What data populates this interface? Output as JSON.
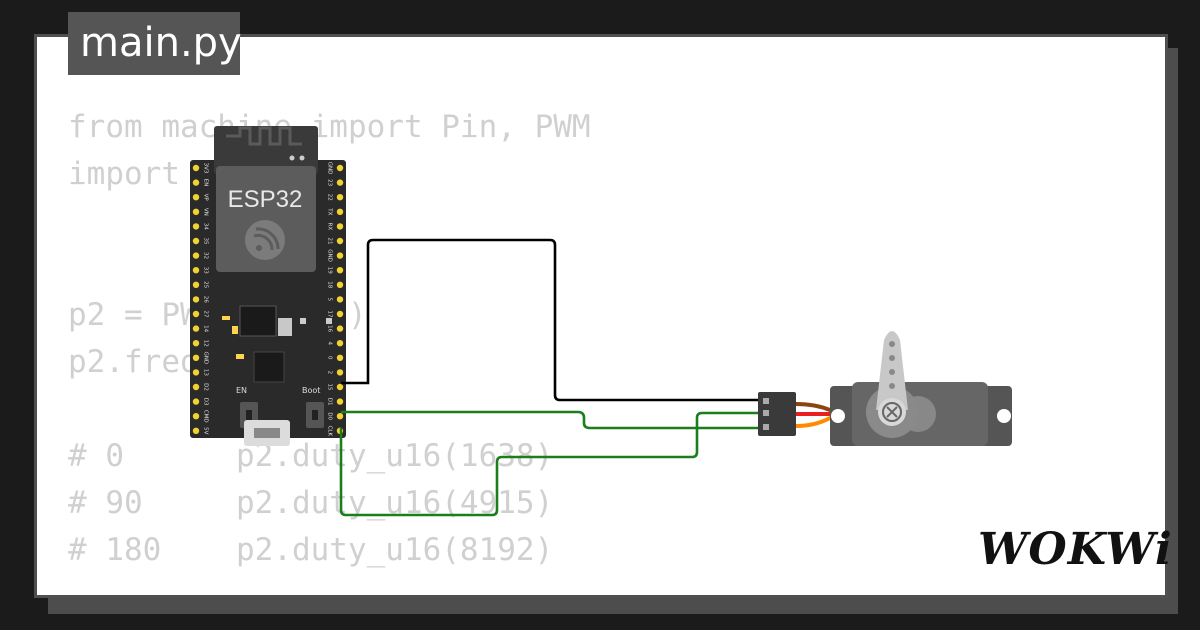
{
  "editor": {
    "filename": "main.py",
    "code_lines": [
      "from machine import Pin, PWM",
      "import time",
      "",
      "",
      "p2 = PWM(Pin(2))",
      "p2.freq(50)",
      "",
      "# 0      p2.duty_u16(1638)",
      "# 90     p2.duty_u16(4915)",
      "# 180    p2.duty_u16(8192)"
    ]
  },
  "board": {
    "chip_label": "ESP32",
    "left_pins": [
      "3V3",
      "EN",
      "VP",
      "VN",
      "34",
      "35",
      "32",
      "33",
      "25",
      "26",
      "27",
      "14",
      "12",
      "GND",
      "13",
      "D2",
      "D3",
      "CMD",
      "5V"
    ],
    "right_pins": [
      "GND",
      "23",
      "22",
      "TX",
      "RX",
      "21",
      "GND",
      "19",
      "18",
      "5",
      "17",
      "16",
      "4",
      "0",
      "2",
      "15",
      "D1",
      "D0",
      "CLK"
    ],
    "button_en": "EN",
    "button_boot": "Boot"
  },
  "wires": {
    "signal_color": "#000000",
    "power_color": "#1a7f1a"
  },
  "servo": {
    "wire_colors": [
      "#8b4513",
      "#e82020",
      "#ff8c00"
    ]
  },
  "brand": {
    "name": "WOKWi"
  }
}
